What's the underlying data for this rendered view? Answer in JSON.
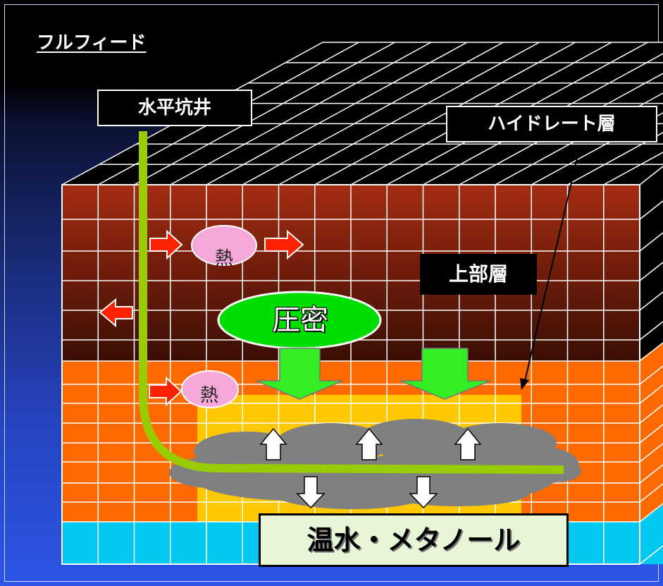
{
  "title": "フルフィード",
  "labels": {
    "horizontal_well": "水平坑井",
    "hydrate_layer": "ハイドレート層",
    "upper_layer": "上部層",
    "heat": "熱",
    "compaction": "圧密",
    "injection": "温水・メタノール"
  },
  "colors": {
    "upper_layer_top": "#9b2a14",
    "upper_layer_bottom": "#3c0f05",
    "hydrate_layer": "#ff6a00",
    "dissociation_zone": "#ffc800",
    "gas_cloud": "#808080",
    "bottom_water_layer": "#00c8f0",
    "well": "#99cc00",
    "compaction_ellipse": "#00dd00",
    "heat_bubble": "#f6a8d8",
    "heat_arrow": "#ff2200",
    "down_arrow": "#33ee22"
  },
  "icons": [
    "heat-arrow-icon",
    "down-arrow-icon",
    "up-arrow-icon",
    "leader-arrow-icon"
  ]
}
